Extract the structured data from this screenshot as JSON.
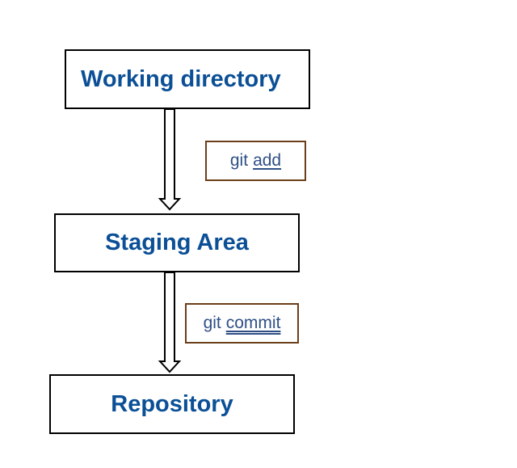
{
  "diagram": {
    "stages": {
      "working": "Working directory",
      "staging": "Staging Area",
      "repository": "Repository"
    },
    "commands": {
      "add": {
        "keyword": "git",
        "argument": "add"
      },
      "commit": {
        "keyword": "git",
        "argument": "commit"
      }
    },
    "colors": {
      "stage_text": "#0b4f96",
      "command_text": "#2e4f86",
      "command_border": "#6b3f1a",
      "stage_border": "#000000"
    }
  }
}
